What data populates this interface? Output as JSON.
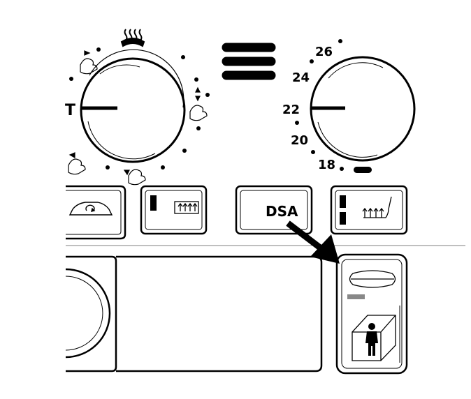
{
  "distribution_dial": {
    "center_label": "T",
    "icons": [
      "defrost-icon",
      "airflow-face-icon",
      "airflow-face-feet-icon",
      "airflow-feet-icon",
      "airflow-windshield-feet-icon"
    ]
  },
  "temperature_dial": {
    "scale_labels": [
      "26",
      "24",
      "22",
      "20",
      "18"
    ]
  },
  "buttons": {
    "recirculation_icon": "car-recirculation-icon",
    "rear_defrost_icon": "rear-window-defrost-icon",
    "dsa_label": "DSA",
    "seat_heater_icon": "seat-heater-icon"
  },
  "side_panel": {
    "icons": [
      "oval-window-icon",
      "person-in-seat-icon"
    ]
  },
  "colors": {
    "line": "#000000",
    "indicator_gray": "#888888",
    "background": "#ffffff"
  }
}
